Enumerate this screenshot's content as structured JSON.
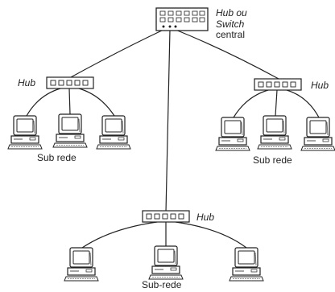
{
  "labels": {
    "central_hub_line1": "Hub ou",
    "central_hub_line2": "Switch",
    "central_hub_line3": "central",
    "left_hub": "Hub",
    "right_hub": "Hub",
    "bottom_hub": "Hub",
    "left_subnet": "Sub rede",
    "right_subnet": "Sub rede",
    "bottom_subnet": "Sub-rede"
  },
  "colors": {
    "ink": "#222222",
    "paper": "#ffffff"
  },
  "icons": [
    "hub-device-icon",
    "switch-device-icon",
    "computer-icon"
  ]
}
